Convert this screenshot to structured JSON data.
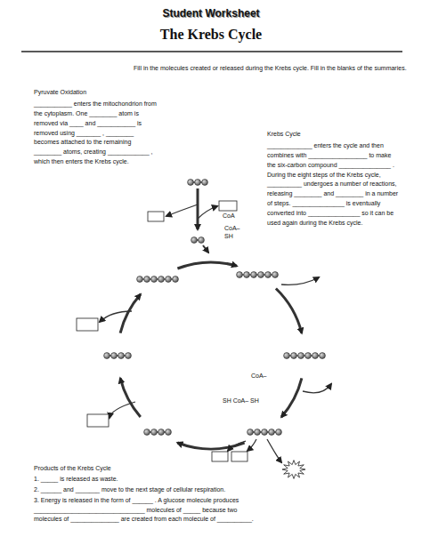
{
  "diagram": {
    "title": "Student Worksheet",
    "labels": [
      "The Krebs Cycle",
      "Fill in the molecules created or released during the Krebs cycle. Fill in the blanks of the summaries.",
      "Pyruvate Oxidation",
      "___________ enters the mitochondrion from the cytoplasm. One ________ atom is removed via ____ and ___________ is removed using _______ , ________ becomes attached to the remaining ________ atoms, creating ____________ , which then enters the Krebs cycle.",
      "Krebs Cycle",
      "_____________ enters the cycle and then combines with _________________ to make the six-carbon compound _______________ . During the eight steps of the Krebs cycle, __________ undergoes a number of reactions, releasing ________ and ________ in a number of steps. _______________ is eventually converted into _______________ so it can be used again during the Krebs cycle.",
      "CoA",
      "CoA– SH",
      "CoA–",
      "SH CoA– SH",
      "Products of the Krebs Cycle",
      "1. _____ is released as waste.",
      "2. ______ and _______ move to the next stage of cellular respiration.",
      "3. Energy is released in the form of ______ . A glucose molecule produces ________________________________ molecules of _____ because two molecules of ______________ are created from each molecule of __________."
    ]
  }
}
